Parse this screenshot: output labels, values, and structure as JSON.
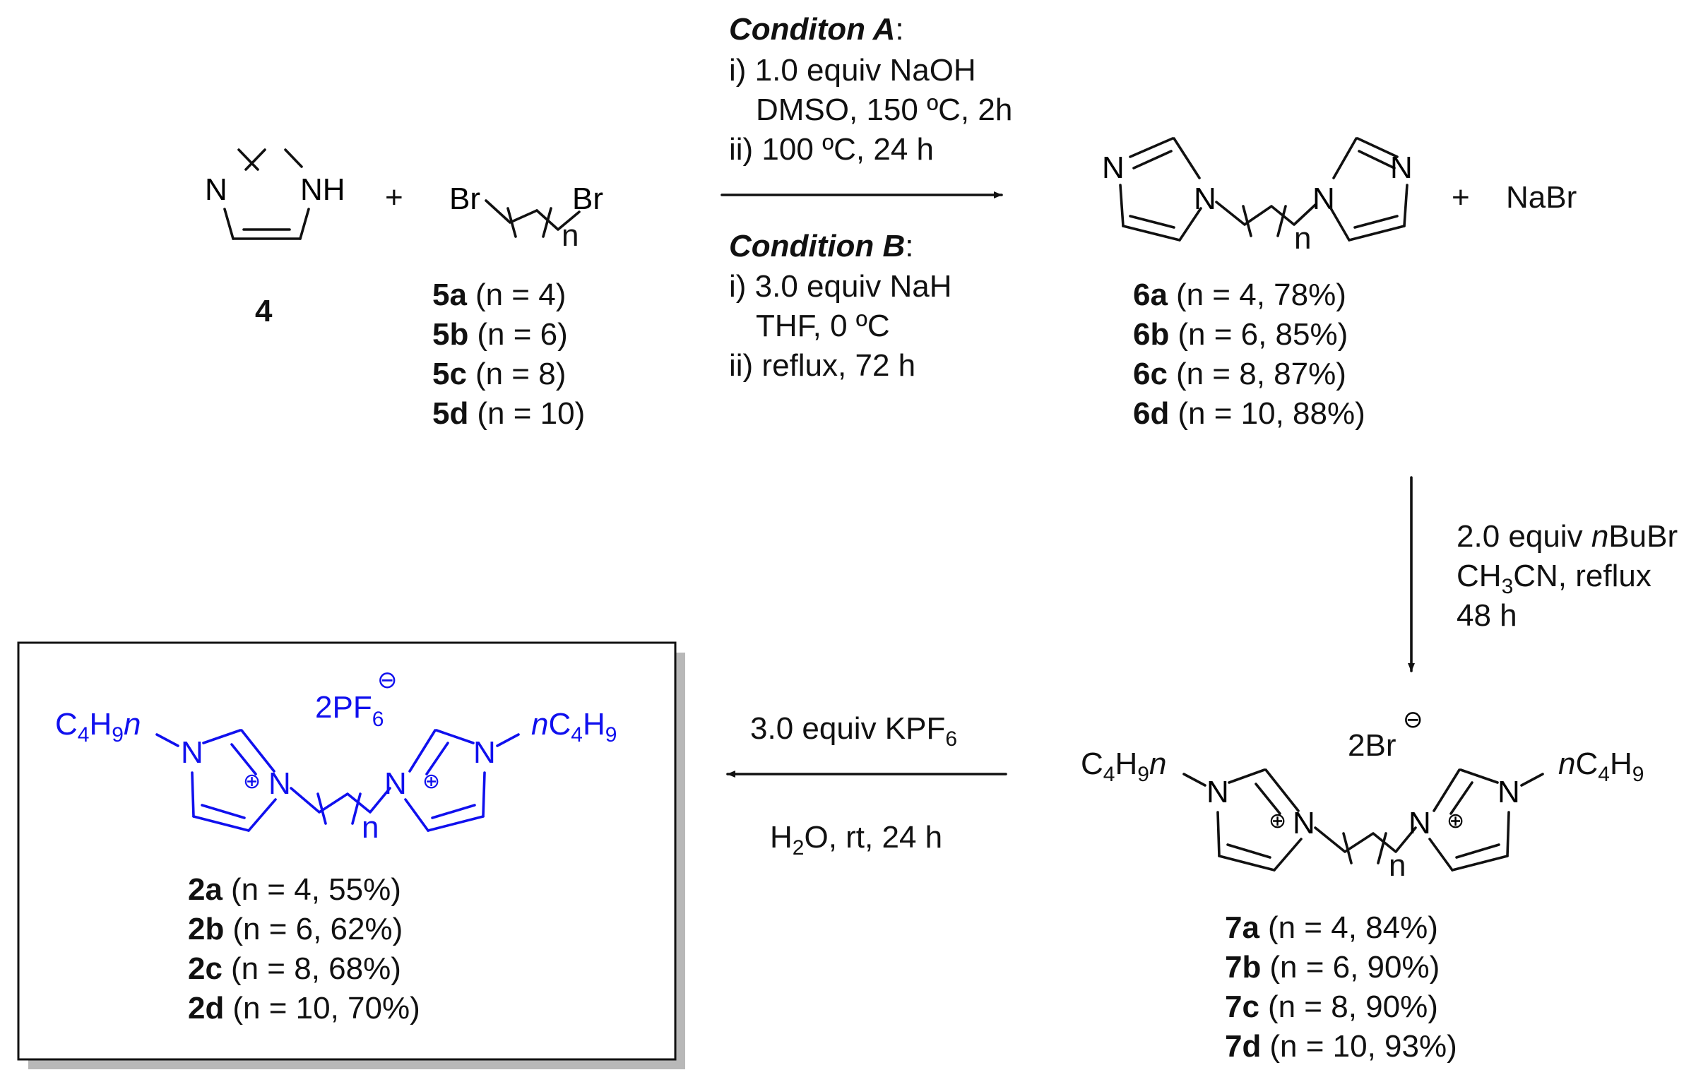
{
  "compound4": {
    "label": "4",
    "N": "N",
    "NH": "NH"
  },
  "plus": "+",
  "dibromide": {
    "Br_left": "Br",
    "Br_right": "Br",
    "n": "n",
    "entries": [
      {
        "id": "5a",
        "cond": "(n = 4)"
      },
      {
        "id": "5b",
        "cond": "(n = 6)"
      },
      {
        "id": "5c",
        "cond": "(n = 8)"
      },
      {
        "id": "5d",
        "cond": "(n = 10)"
      }
    ]
  },
  "conditionA": {
    "title": "Conditon A",
    "colon": ":",
    "lines": [
      "i) 1.0 equiv NaOH",
      "DMSO, 150 ºC, 2h",
      "ii) 100 ºC, 24 h"
    ]
  },
  "conditionB": {
    "title": "Condition B",
    "colon": ":",
    "lines": [
      "i) 3.0 equiv NaH",
      "THF, 0 ºC",
      "ii) reflux, 72 h"
    ]
  },
  "product6": {
    "N": "N",
    "n": "n",
    "byproduct": "NaBr",
    "entries": [
      {
        "id": "6a",
        "cond": "(n = 4, 78%)"
      },
      {
        "id": "6b",
        "cond": "(n = 6, 85%)"
      },
      {
        "id": "6c",
        "cond": "(n = 8, 87%)"
      },
      {
        "id": "6d",
        "cond": "(n = 10, 88%)"
      }
    ]
  },
  "step2": {
    "line1_pre": "2.0 equiv ",
    "line1_italic": "n",
    "line1_post": "BuBr",
    "line2_a": "CH",
    "line2_sub": "3",
    "line2_b": "CN, reflux",
    "line3": "48 h"
  },
  "product7": {
    "counterion": "2Br",
    "N": "N",
    "n": "n",
    "plus_sign": "⊕",
    "minus_sign": "⊖",
    "left_sub": {
      "a": "C",
      "s1": "4",
      "b": "H",
      "s2": "9",
      "c": "n"
    },
    "right_sub": {
      "a": "n",
      "b": "C",
      "s1": "4",
      "c": "H",
      "s2": "9"
    },
    "entries": [
      {
        "id": "7a",
        "cond": "(n = 4, 84%)"
      },
      {
        "id": "7b",
        "cond": "(n = 6, 90%)"
      },
      {
        "id": "7c",
        "cond": "(n = 8, 90%)"
      },
      {
        "id": "7d",
        "cond": "(n = 10, 93%)"
      }
    ]
  },
  "step3": {
    "above_a": "3.0 equiv KPF",
    "above_sub": "6",
    "below_a": "H",
    "below_sub": "2",
    "below_b": "O, rt, 24 h"
  },
  "product2": {
    "counterion_a": "2PF",
    "counterion_sub": "6",
    "N": "N",
    "n": "n",
    "plus_sign": "⊕",
    "minus_sign": "⊖",
    "left_sub": {
      "a": "C",
      "s1": "4",
      "b": "H",
      "s2": "9",
      "c": "n"
    },
    "right_sub": {
      "a": "n",
      "b": "C",
      "s1": "4",
      "c": "H",
      "s2": "9"
    },
    "entries": [
      {
        "id": "2a",
        "cond": "(n = 4, 55%)"
      },
      {
        "id": "2b",
        "cond": "(n = 6, 62%)"
      },
      {
        "id": "2c",
        "cond": "(n = 8, 68%)"
      },
      {
        "id": "2d",
        "cond": "(n = 10, 70%)"
      }
    ]
  },
  "colors": {
    "ink": "#111111",
    "highlight": "#1010ee",
    "box_shadow": "#b8b8b8"
  }
}
